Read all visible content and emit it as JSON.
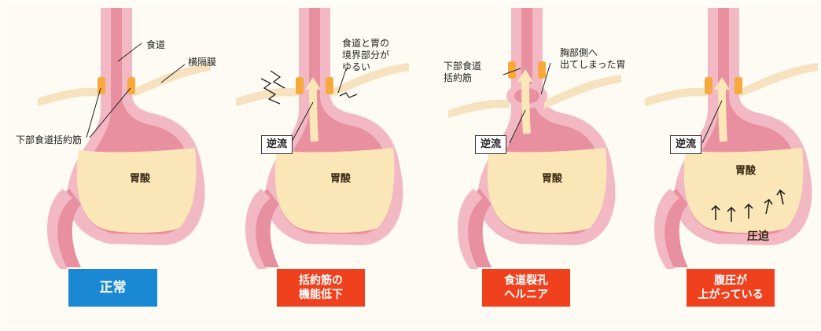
{
  "panels": [
    {
      "badge": "正常",
      "badge_color": "#1a88d3",
      "acid_label": "胃酸",
      "annotations": [
        "食道",
        "横隔膜",
        "下部食道括約筋"
      ]
    },
    {
      "badge": "括約筋の\n機能低下",
      "badge_color": "#f0411f",
      "acid_label": "胃酸",
      "reflux_label": "逆流",
      "annotations": [
        "食道と胃の\n境界部分が\nゆるい"
      ]
    },
    {
      "badge": "食道裂孔\nヘルニア",
      "badge_color": "#f0411f",
      "acid_label": "胃酸",
      "reflux_label": "逆流",
      "annotations": [
        "下部食道\n括約筋",
        "胸部側へ\n出てしまった胃"
      ]
    },
    {
      "badge": "腹圧が\n上がっている",
      "badge_color": "#f0411f",
      "acid_label": "胃酸",
      "reflux_label": "逆流",
      "annotations": [
        "圧迫"
      ]
    }
  ],
  "colors": {
    "stomach_wall": "#f2b9c4",
    "wall_inner": "#e8909f",
    "acid": "#fbe6b8",
    "sphincter": "#f7a93c",
    "diaphragm": "#f7e2bf"
  }
}
